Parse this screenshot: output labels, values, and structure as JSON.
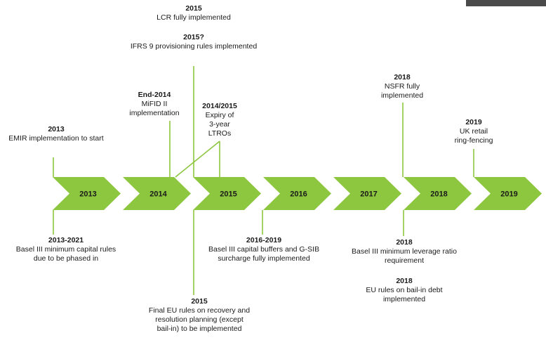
{
  "colors": {
    "chevron": "#8dc63f",
    "connector": "#8dc63f",
    "text": "#1a1a1a"
  },
  "timeline": {
    "years": [
      "2013",
      "2014",
      "2015",
      "2016",
      "2017",
      "2018",
      "2019"
    ]
  },
  "events_top": [
    {
      "year": "2015",
      "text": "LCR fully implemented"
    },
    {
      "year": "2015?",
      "text": "IFRS 9 provisioning rules implemented"
    },
    {
      "year": "End-2014",
      "text": "MiFID II\nimplementation"
    },
    {
      "year": "2014/2015",
      "text": "Expiry of\n3-year\nLTROs"
    },
    {
      "year": "2013",
      "text": "EMIR implementation to start"
    },
    {
      "year": "2018",
      "text": "NSFR fully\nimplemented"
    },
    {
      "year": "2019",
      "text": "UK retail\nring-fencing"
    }
  ],
  "events_bottom": [
    {
      "year": "2013-2021",
      "text": "Basel III minimum capital rules\ndue to be phased in"
    },
    {
      "year": "2016-2019",
      "text": "Basel III capital buffers and G-SIB\nsurcharge fully implemented"
    },
    {
      "year": "2018",
      "text": "Basel III minimum leverage ratio\nrequirement"
    },
    {
      "year": "2018",
      "text": "EU rules on bail-in debt\nimplemented"
    },
    {
      "year": "2015",
      "text": "Final EU rules on recovery and\nresolution planning (except\nbail-in) to be implemented"
    }
  ]
}
